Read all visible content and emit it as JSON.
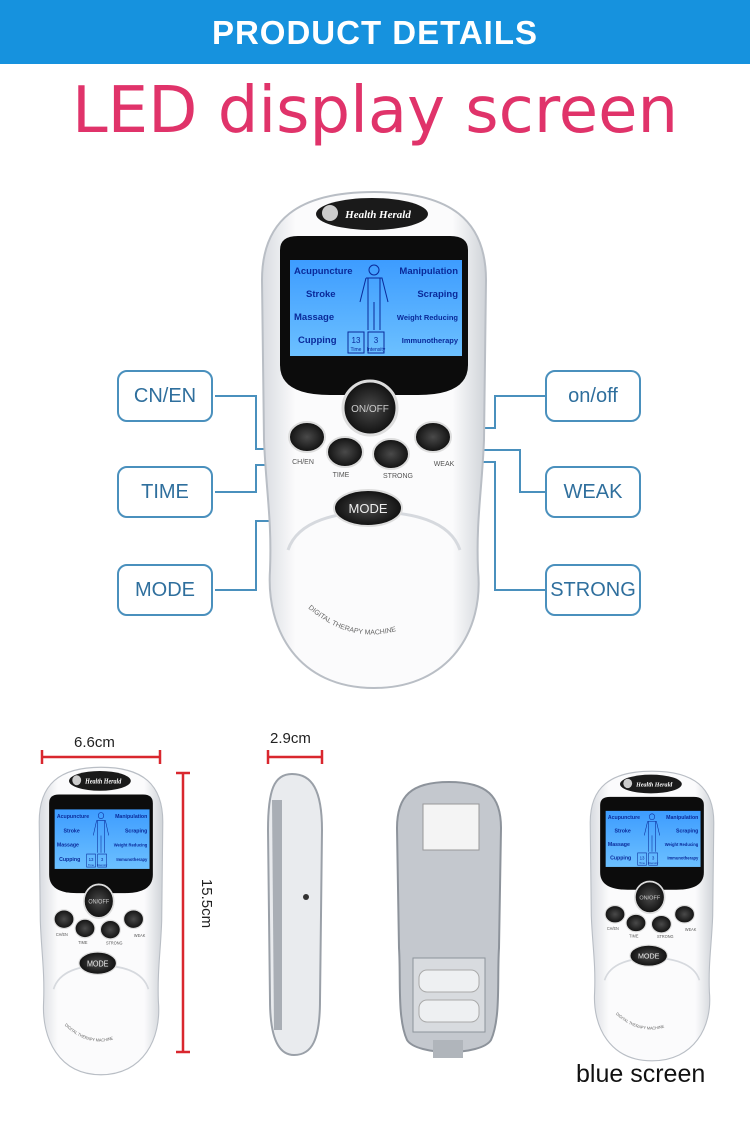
{
  "header": {
    "title": "PRODUCT DETAILS"
  },
  "headline": "LED display screen",
  "device": {
    "brand": "Health Herald",
    "screen": {
      "left": [
        "Acupuncture",
        "Stroke",
        "Massage",
        "Cupping"
      ],
      "right": [
        "Manipulation",
        "Scraping",
        "Weight Reducing",
        "Immunotherapy"
      ],
      "time_value": "13",
      "time_label": "Time",
      "intensity_value": "3",
      "intensity_label": "Intensity"
    },
    "buttons": {
      "power": "ON/OFF",
      "chen": "CH/EN",
      "time": "TIME",
      "strong": "STRONG",
      "weak": "WEAK",
      "mode": "MODE"
    },
    "body_text": "DIGITAL THERAPY MACHINE"
  },
  "callouts": {
    "cnen": "CN/EN",
    "time": "TIME",
    "mode": "MODE",
    "onoff": "on/off",
    "weak": "WEAK",
    "strong": "STRONG"
  },
  "dimensions": {
    "width": "6.6cm",
    "thickness": "2.9cm",
    "height": "15.5cm"
  },
  "caption": "blue screen",
  "colors": {
    "header": "#1692de",
    "headline": "#e0336a",
    "callout": "#4a90bd",
    "lcd": "#4aa8ff",
    "measure": "#d9272e"
  }
}
